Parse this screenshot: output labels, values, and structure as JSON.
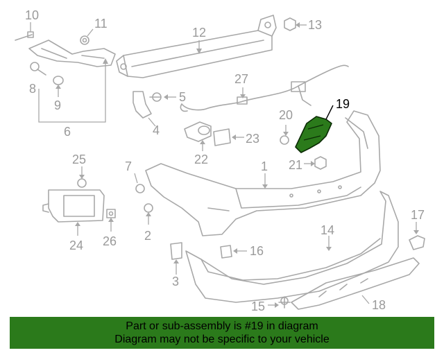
{
  "callouts": {
    "c1": "1",
    "c2": "2",
    "c3": "3",
    "c4": "4",
    "c5": "5",
    "c6": "6",
    "c7": "7",
    "c8": "8",
    "c9": "9",
    "c10": "10",
    "c11": "11",
    "c12": "12",
    "c13": "13",
    "c14": "14",
    "c15": "15",
    "c16": "16",
    "c17": "17",
    "c18": "18",
    "c19": "19",
    "c20": "20",
    "c21": "21",
    "c22": "22",
    "c23": "23",
    "c24": "24",
    "c25": "25",
    "c26": "26",
    "c27": "27"
  },
  "highlight": {
    "part_number": "19",
    "color": "#2b7a1b"
  },
  "footer": {
    "line1": "Part or sub-assembly is #19 in diagram",
    "line2": "Diagram may not be specific to your vehicle",
    "background": "#2b7a1b"
  }
}
